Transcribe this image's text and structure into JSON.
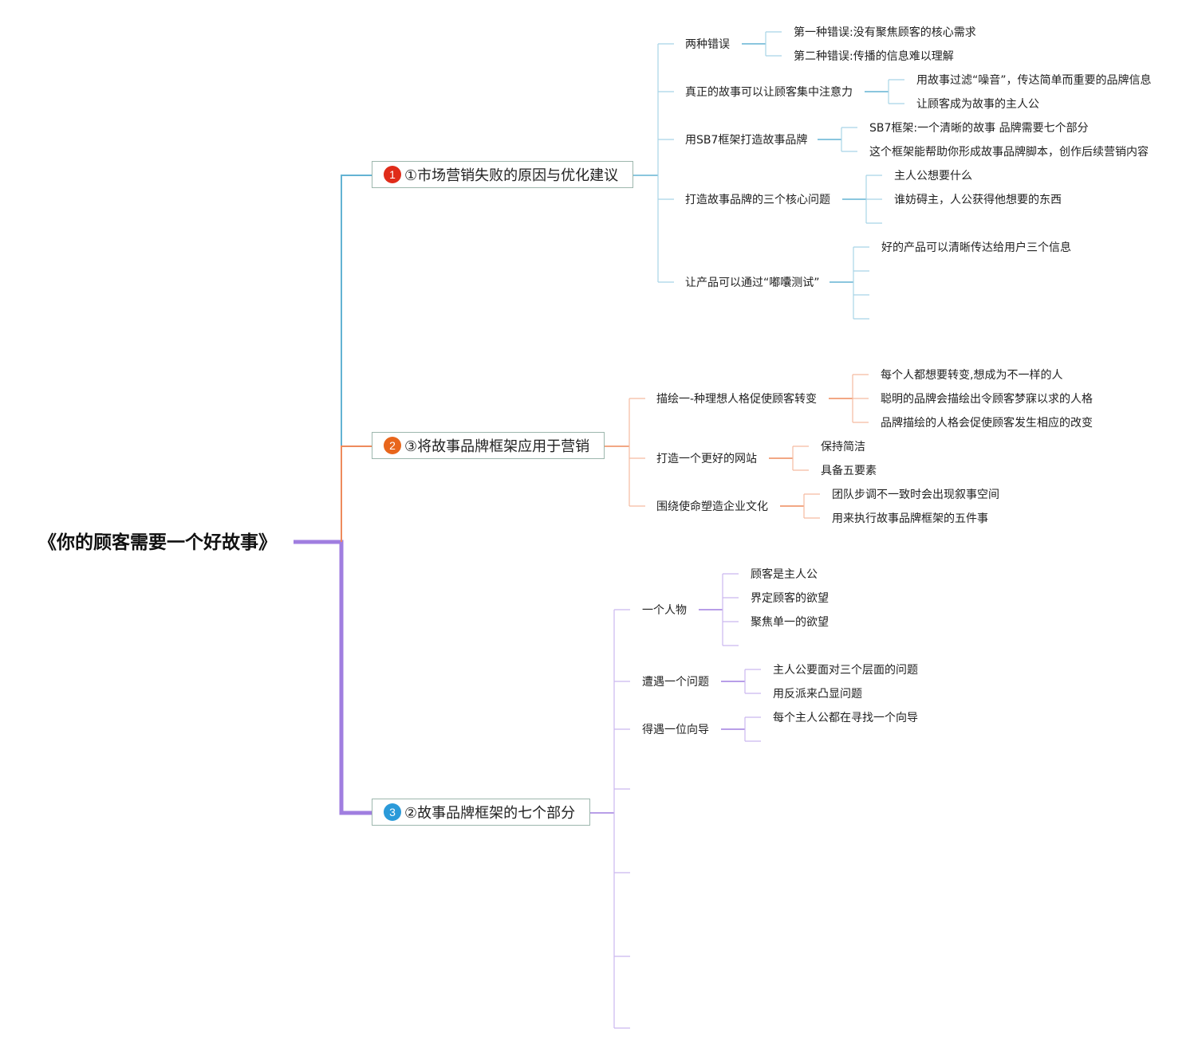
{
  "title": "《你的顾客需要一个好故事》",
  "colors": {
    "branch1": "#63b3d3",
    "branch2": "#ee8a5c",
    "branch3": "#a07ee0",
    "badge1": "#e02c1a",
    "badge2": "#e8661c",
    "badge3": "#2b9ad9"
  },
  "branches": [
    {
      "num": "1",
      "label": "①市场营销失败的原因与优化建议",
      "children": [
        {
          "label": "两种错误",
          "children": [
            "第一种错误:没有聚焦顾客的核心需求",
            "第二种错误:传播的信息难以理解"
          ]
        },
        {
          "label": "真正的故事可以让顾客集中注意力",
          "children": [
            "用故事过滤“噪音”，传达简单而重要的品牌信息",
            "让顾客成为故事的主人公"
          ]
        },
        {
          "label": "用SB7框架打造故事品牌",
          "children": [
            "SB7框架:一个清晰的故事 品牌需要七个部分",
            "这个框架能帮助你形成故事品牌脚本，创作后续营销内容"
          ]
        },
        {
          "label": "打造故事品牌的三个核心问题",
          "children": [
            "主人公想要什么",
            "谁妨碍主，人公获得他想要的东西",
            ""
          ]
        },
        {
          "label": "让产品可以通过“嘟囔测试”",
          "children": [
            "好的产品可以清晰传达给用户三个信息",
            "",
            "",
            ""
          ]
        }
      ]
    },
    {
      "num": "2",
      "label": "③将故事品牌框架应用于营销",
      "children": [
        {
          "label": "描绘一-种理想人格促使顾客转变",
          "children": [
            "每个人都想要转变,想成为不一样的人",
            "聪明的品牌会描绘出令顾客梦寐以求的人格",
            "品牌描绘的人格会促使顾客发生相应的改变"
          ]
        },
        {
          "label": "打造一个更好的网站",
          "children": [
            "保持简洁",
            "具备五要素"
          ]
        },
        {
          "label": "围绕使命塑造企业文化",
          "children": [
            "团队步调不一致时会出现叙事空间",
            "用来执行故事品牌框架的五件事"
          ]
        }
      ]
    },
    {
      "num": "3",
      "label": "②故事品牌框架的七个部分",
      "children": [
        {
          "label": "一个人物",
          "children": [
            "顾客是主人公",
            "界定顾客的欲望",
            "聚焦单一的欲望",
            ""
          ]
        },
        {
          "label": "遭遇一个问题",
          "children": [
            "主人公要面对三个层面的问题",
            "用反派来凸显问题"
          ]
        },
        {
          "label": "得遇一位向导",
          "children": [
            "每个主人公都在寻找一个向导",
            ""
          ]
        },
        {
          "label": "",
          "children": []
        },
        {
          "label": "",
          "children": []
        },
        {
          "label": "",
          "children": []
        },
        {
          "label": "",
          "children": []
        }
      ]
    }
  ]
}
